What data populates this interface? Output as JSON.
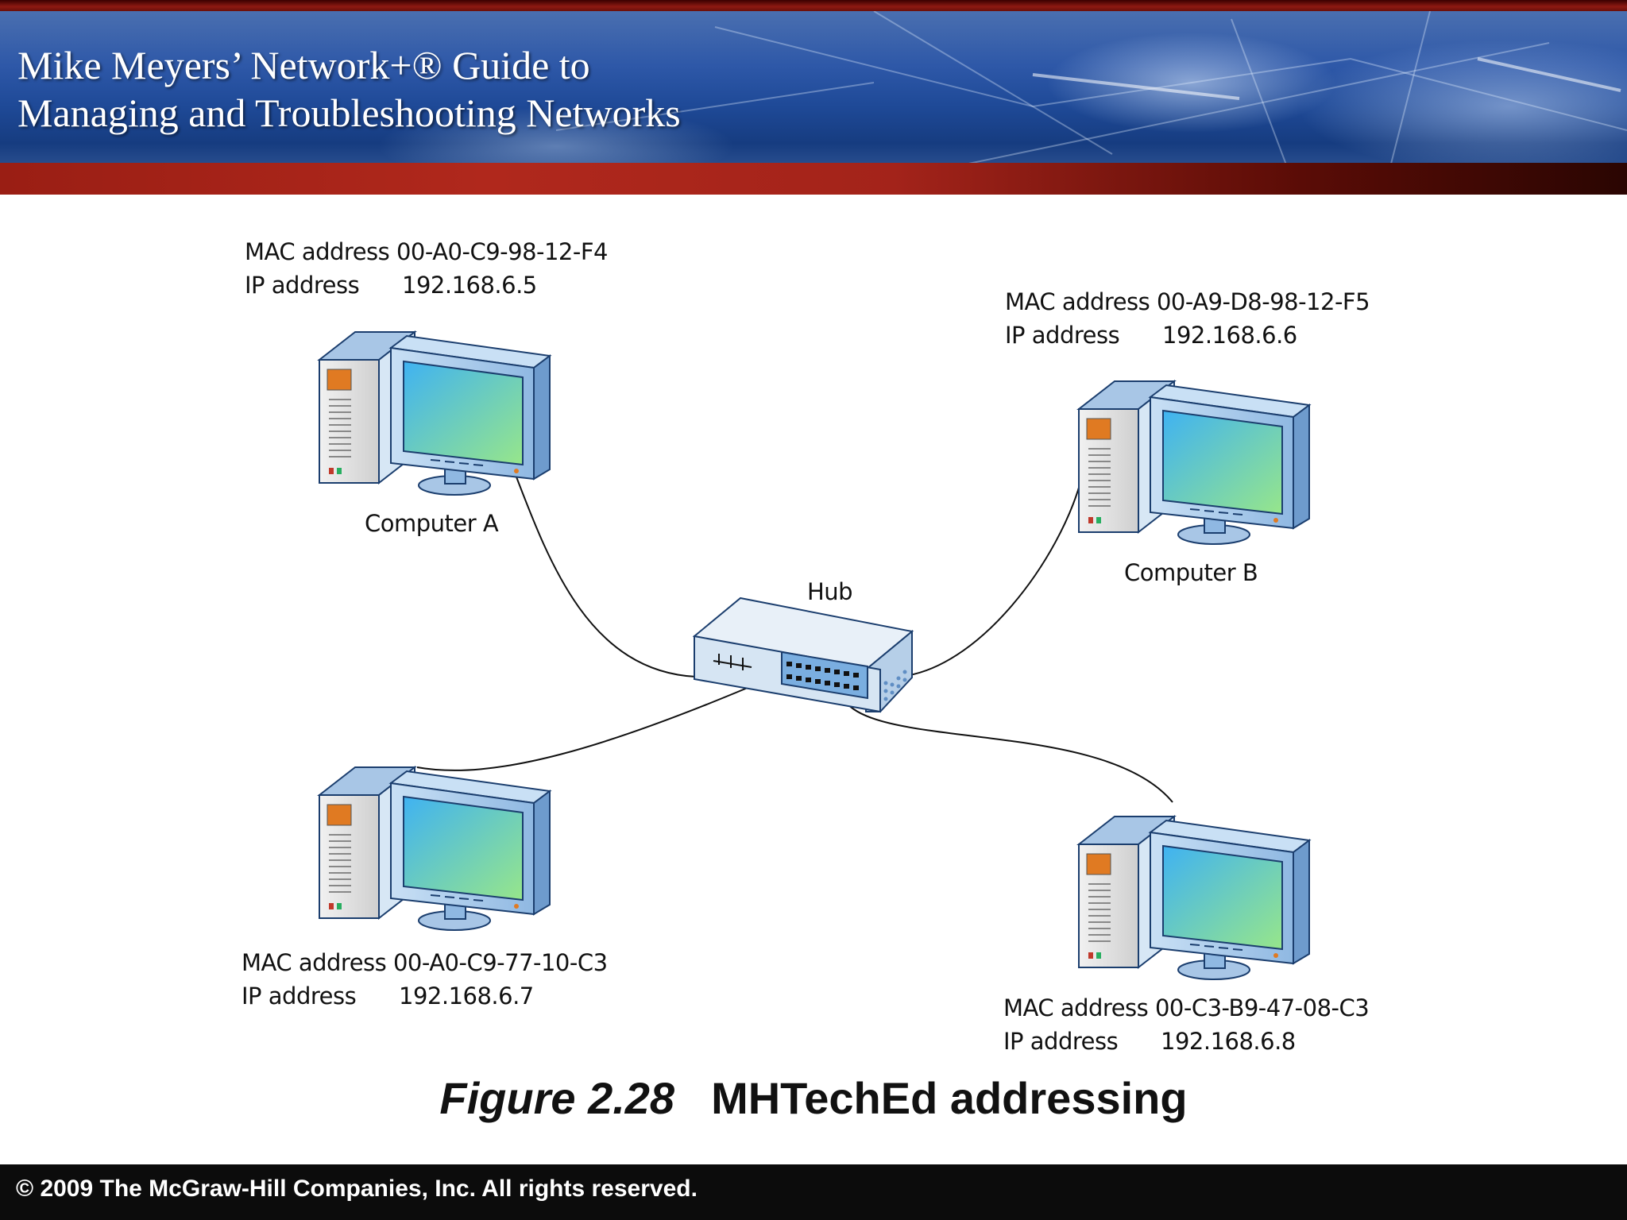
{
  "header": {
    "title_line1": "Mike Meyers’ Network+® Guide to",
    "title_line2": "Managing and Troubleshooting Networks"
  },
  "diagram": {
    "hub_label": "Hub",
    "computers": [
      {
        "name": "Computer A",
        "mac_key": "MAC address",
        "mac": "00-A0-C9-98-12-F4",
        "ip_key": "IP address",
        "ip": "192.168.6.5"
      },
      {
        "name": "Computer B",
        "mac_key": "MAC address",
        "mac": "00-A9-D8-98-12-F5",
        "ip_key": "IP address",
        "ip": "192.168.6.6"
      },
      {
        "name": "",
        "mac_key": "MAC address",
        "mac": "00-A0-C9-77-10-C3",
        "ip_key": "IP address",
        "ip": "192.168.6.7"
      },
      {
        "name": "",
        "mac_key": "MAC address",
        "mac": "00-C3-B9-47-08-C3",
        "ip_key": "IP address",
        "ip": "192.168.6.8"
      }
    ]
  },
  "caption": {
    "figure": "Figure 2.28",
    "title": "MHTechEd addressing"
  },
  "footer": {
    "copyright": "© 2009 The McGraw-Hill Companies, Inc. All rights reserved."
  },
  "colors": {
    "banner_blue": "#1f4a98",
    "banner_red": "#a3231a",
    "monitor_frame": "#9ec3e8",
    "screen_start": "#45b5f0",
    "screen_end": "#8ee08a",
    "footer_bg": "#0c0c0c"
  }
}
